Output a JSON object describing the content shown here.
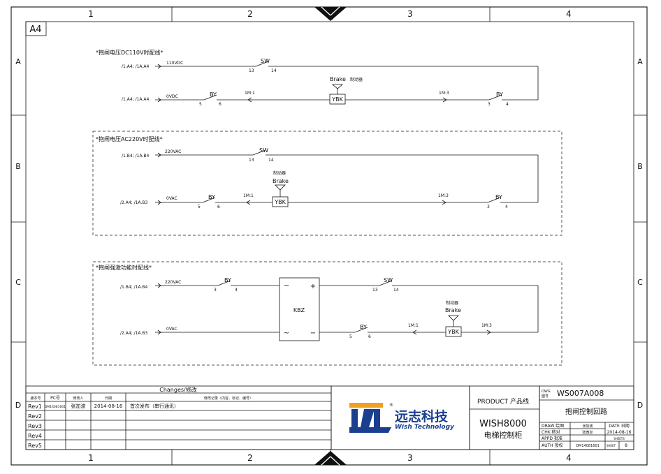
{
  "frame": {
    "columns": [
      "1",
      "2",
      "3",
      "4"
    ],
    "rows": [
      "A",
      "B",
      "C",
      "D"
    ],
    "sheet_size": "A4"
  },
  "circuit1": {
    "title": "*抱闸电压DC110V时配线*",
    "ref_top": "/1.A4; /1A.A4",
    "ref_bottom": "/1.A4; /1A.A4",
    "voltage_top": "110VDC",
    "voltage_bottom": "0VDC",
    "sw_label": "SW",
    "sw_pin_a": "13",
    "sw_pin_b": "14",
    "by1_label": "BY",
    "by1_pin_a": "5",
    "by1_pin_b": "6",
    "by2_label": "BY",
    "by2_pin_a": "3",
    "by2_pin_b": "4",
    "conn1": "1M:1",
    "conn2": "1M:3",
    "brake_en": "Brake",
    "brake_cn": "制动器",
    "coil": "YBK"
  },
  "circuit2": {
    "title": "*抱闸电压AC220V时配线*",
    "ref_top": "/1.B4; /1A.B4",
    "ref_bottom": "/2.A4; /1A.B3",
    "voltage_top": "220VAC",
    "voltage_bottom": "0VAC",
    "sw_label": "SW",
    "sw_pin_a": "13",
    "sw_pin_b": "14",
    "by1_label": "BY",
    "by1_pin_a": "5",
    "by1_pin_b": "6",
    "by2_label": "BY",
    "by2_pin_a": "3",
    "by2_pin_b": "4",
    "conn1": "1M:1",
    "conn2": "1M:3",
    "brake_en": "Brake",
    "brake_cn": "制动器",
    "coil": "YBK"
  },
  "circuit3": {
    "title": "*抱闸强激功能时配线*",
    "ref_top": "/1.B4; /1A.B4",
    "ref_bottom": "/2.A4; /1A.B3",
    "voltage_top": "220VAC",
    "voltage_bottom": "0VAC",
    "by1_label": "BY",
    "by1_pin_a": "3",
    "by1_pin_b": "4",
    "sw_label": "SW",
    "sw_pin_a": "13",
    "sw_pin_b": "14",
    "by2_label": "BY",
    "by2_pin_a": "5",
    "by2_pin_b": "6",
    "rectifier": "KBZ",
    "ac_symbol": "~",
    "plus_symbol": "+",
    "minus_symbol": "−",
    "conn1": "1M:1",
    "conn2": "1M:3",
    "brake_en": "Brake",
    "brake_cn": "制动器",
    "coil": "YBK"
  },
  "changes": {
    "title": "Changes/修改",
    "headers": [
      "版本号",
      "PC号",
      "修改人",
      "日期",
      "修改记录（内容、标记、编号）"
    ],
    "rows": [
      {
        "rev": "Rev1",
        "pc": "DM14081601",
        "by": "张加波",
        "date": "2014-08-16",
        "note": "首次发布（串行通讯）"
      },
      {
        "rev": "Rev2",
        "pc": "",
        "by": "",
        "date": "",
        "note": ""
      },
      {
        "rev": "Rev3",
        "pc": "",
        "by": "",
        "date": "",
        "note": ""
      },
      {
        "rev": "Rev4",
        "pc": "",
        "by": "",
        "date": "",
        "note": ""
      },
      {
        "rev": "Rev5",
        "pc": "",
        "by": "",
        "date": "",
        "note": ""
      }
    ]
  },
  "logo": {
    "cn": "远志科技",
    "en": "Wish Technology",
    "reg": "®",
    "brand_color": "#1a3f8f",
    "accent_color": "#f0a020"
  },
  "product": {
    "label": "PRODUCT 产品线",
    "model": "WISH8000",
    "name_cn": "电梯控制柜"
  },
  "drawing": {
    "dwg_label_en": "DWG",
    "dwg_label_cn": "图号",
    "number": "WS007A008",
    "title_cn": "抱闸控制回路",
    "draw_label": "DRAW 绘图",
    "draw_value": "张加波",
    "chk_label": "CHK 核对",
    "chk_value": "陆微泉",
    "appd_label": "APPD 批准",
    "appd_value": "",
    "auth_label": "AUTH 授权",
    "auth_value": "DM14081601",
    "date_label": "DATE 日期",
    "date_value": "2014-08-16",
    "sheets_label": "SHEETS",
    "sheet_label": "SHEET",
    "sheet_value": "8"
  }
}
